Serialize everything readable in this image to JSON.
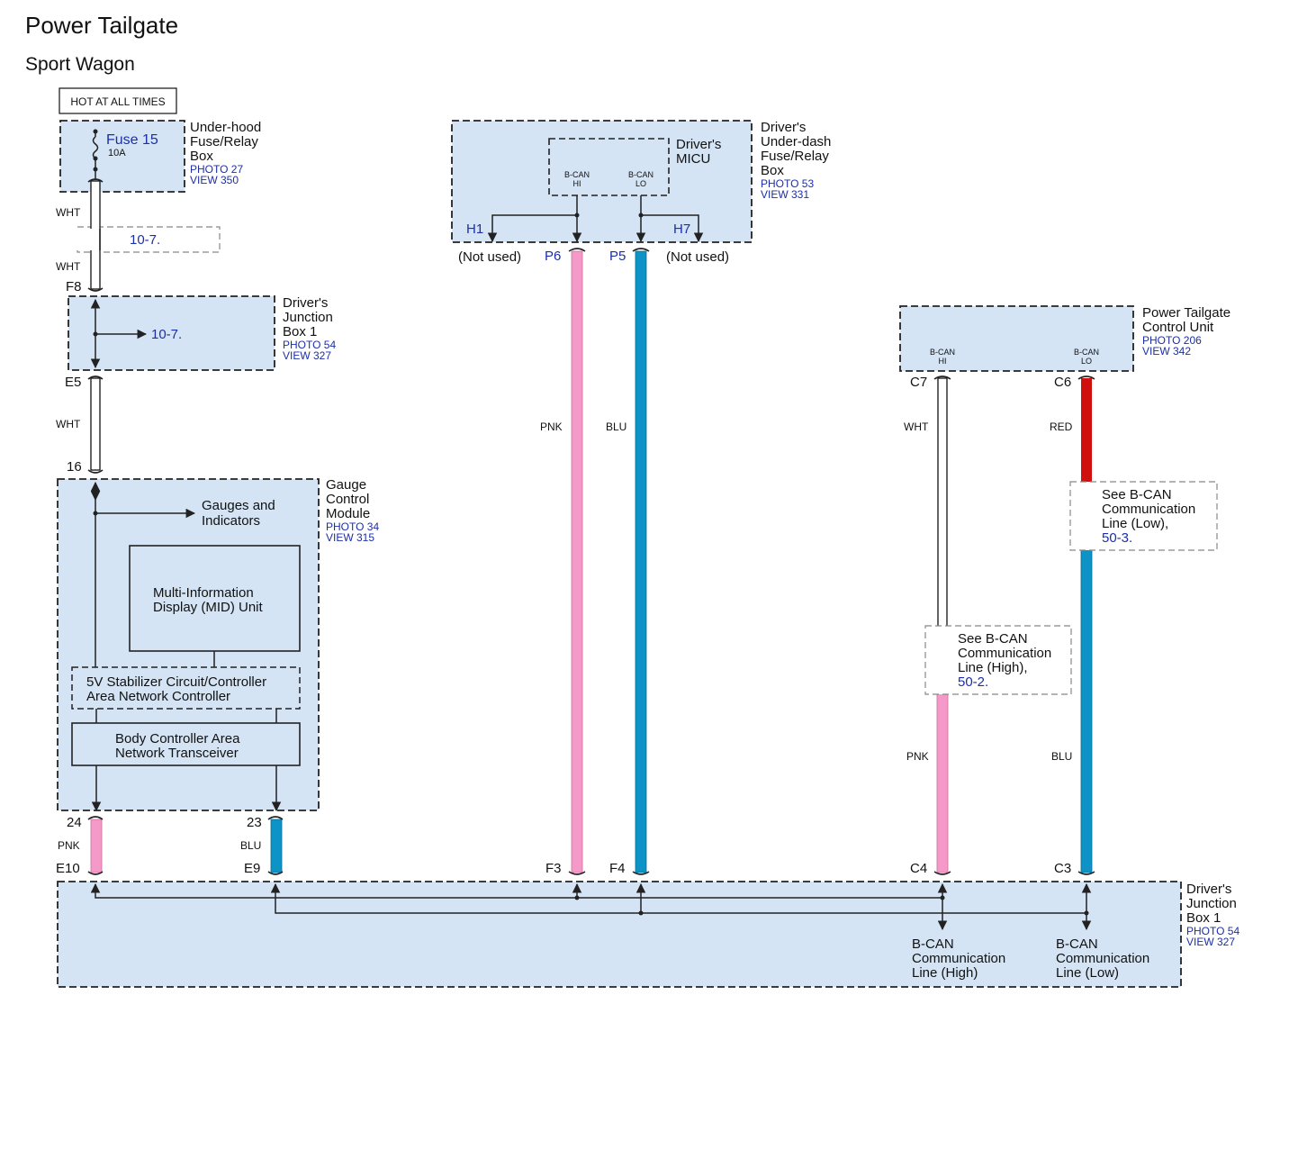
{
  "title": "Power Tailgate",
  "subtitle": "Sport Wagon",
  "hot_label": "HOT AT ALL TIMES",
  "fuse_box": {
    "fuse": "Fuse 15",
    "amp": "10A",
    "name": [
      "Under-hood",
      "Fuse/Relay",
      "Box"
    ],
    "photo": "PHOTO 27",
    "view": "VIEW 350"
  },
  "wire_colors": {
    "WHT": "#ffffff",
    "PNK": "#f59ac8",
    "BLU": "#0e93c6",
    "RED": "#d0100e"
  },
  "splice_ref": "10-7.",
  "jb_top": {
    "name": [
      "Driver's",
      "Junction",
      "Box 1"
    ],
    "photo": "PHOTO 54",
    "view": "VIEW 327",
    "ref": "10-7."
  },
  "underdash": {
    "name": [
      "Driver's",
      "Under-dash",
      "Fuse/Relay",
      "Box"
    ],
    "photo": "PHOTO 53",
    "view": "VIEW 331",
    "micu": [
      "Driver's",
      "MICU"
    ],
    "can_hi": [
      "B-CAN",
      "HI"
    ],
    "can_lo": [
      "B-CAN",
      "LO"
    ],
    "h1": "H1",
    "h7": "H7",
    "not_used": "(Not used)",
    "p6": "P6",
    "p5": "P5"
  },
  "ptcu": {
    "name": [
      "Power Tailgate",
      "Control Unit"
    ],
    "photo": "PHOTO 206",
    "view": "VIEW 342",
    "can_hi": [
      "B-CAN",
      "HI"
    ],
    "can_lo": [
      "B-CAN",
      "LO"
    ]
  },
  "gauge": {
    "name": [
      "Gauge",
      "Control",
      "Module"
    ],
    "photo": "PHOTO 34",
    "view": "VIEW 315",
    "gauges": [
      "Gauges and",
      "Indicators"
    ],
    "mid": [
      "Multi-Information",
      "Display (MID) Unit"
    ],
    "stab": [
      "5V Stabilizer Circuit/Controller",
      "Area Network Controller"
    ],
    "trans": [
      "Body Controller Area",
      "Network Transceiver"
    ]
  },
  "jb_bottom": {
    "name": [
      "Driver's",
      "Junction",
      "Box 1"
    ],
    "photo": "PHOTO 54",
    "view": "VIEW 327",
    "hi_line": [
      "B-CAN",
      "Communication",
      "Line (High)"
    ],
    "lo_line": [
      "B-CAN",
      "Communication",
      "Line (Low)"
    ]
  },
  "ref_high": {
    "lines": [
      "See B-CAN",
      "Communication",
      "Line (High),"
    ],
    "page": "50-2."
  },
  "ref_low": {
    "lines": [
      "See B-CAN",
      "Communication",
      "Line (Low),"
    ],
    "page": "50-3."
  },
  "pins": {
    "F8": "F8",
    "E5": "E5",
    "p16": "16",
    "p24": "24",
    "p23": "23",
    "E10": "E10",
    "E9": "E9",
    "F3": "F3",
    "F4": "F4",
    "C7": "C7",
    "C6": "C6",
    "C4": "C4",
    "C3": "C3"
  },
  "wire_labels": {
    "wht": "WHT",
    "pnk": "PNK",
    "blu": "BLU",
    "red": "RED"
  }
}
